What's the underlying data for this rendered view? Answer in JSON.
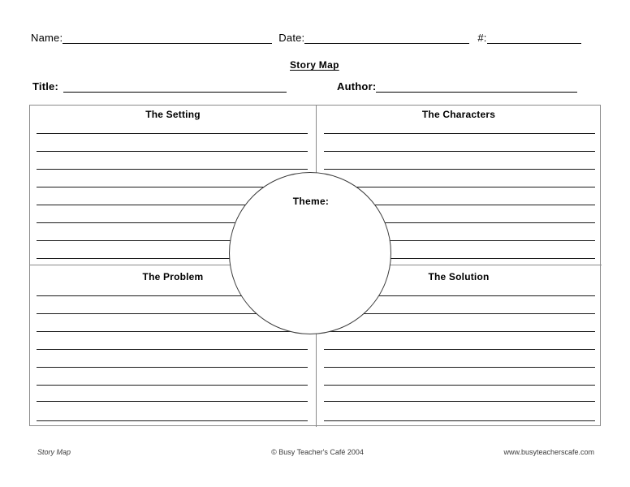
{
  "header": {
    "name_label": "Name:",
    "date_label": "Date:",
    "number_label": "#:",
    "title_label": "Title:",
    "author_label": "Author:",
    "name_value": "",
    "date_value": "",
    "number_value": "",
    "title_value": "",
    "author_value": ""
  },
  "document": {
    "title": "Story Map"
  },
  "organizer": {
    "quadrants": [
      {
        "id": "setting",
        "title": "The Setting",
        "lines": 8
      },
      {
        "id": "characters",
        "title": "The Characters",
        "lines": 8
      },
      {
        "id": "problem",
        "title": "The Problem",
        "lines": 8
      },
      {
        "id": "solution",
        "title": "The Solution",
        "lines": 8
      }
    ],
    "center": {
      "label": "Theme:",
      "value": ""
    }
  },
  "footer": {
    "left": "Story Map",
    "center": "© Busy Teacher's Café 2004",
    "right": "www.busyteacherscafe.com"
  },
  "colors": {
    "ink": "#000000",
    "frame": "#8a8a8a",
    "rule": "#1a1a1a",
    "circle": "#3a3a3a",
    "footer_text": "#3c3c3c",
    "background": "#ffffff"
  }
}
